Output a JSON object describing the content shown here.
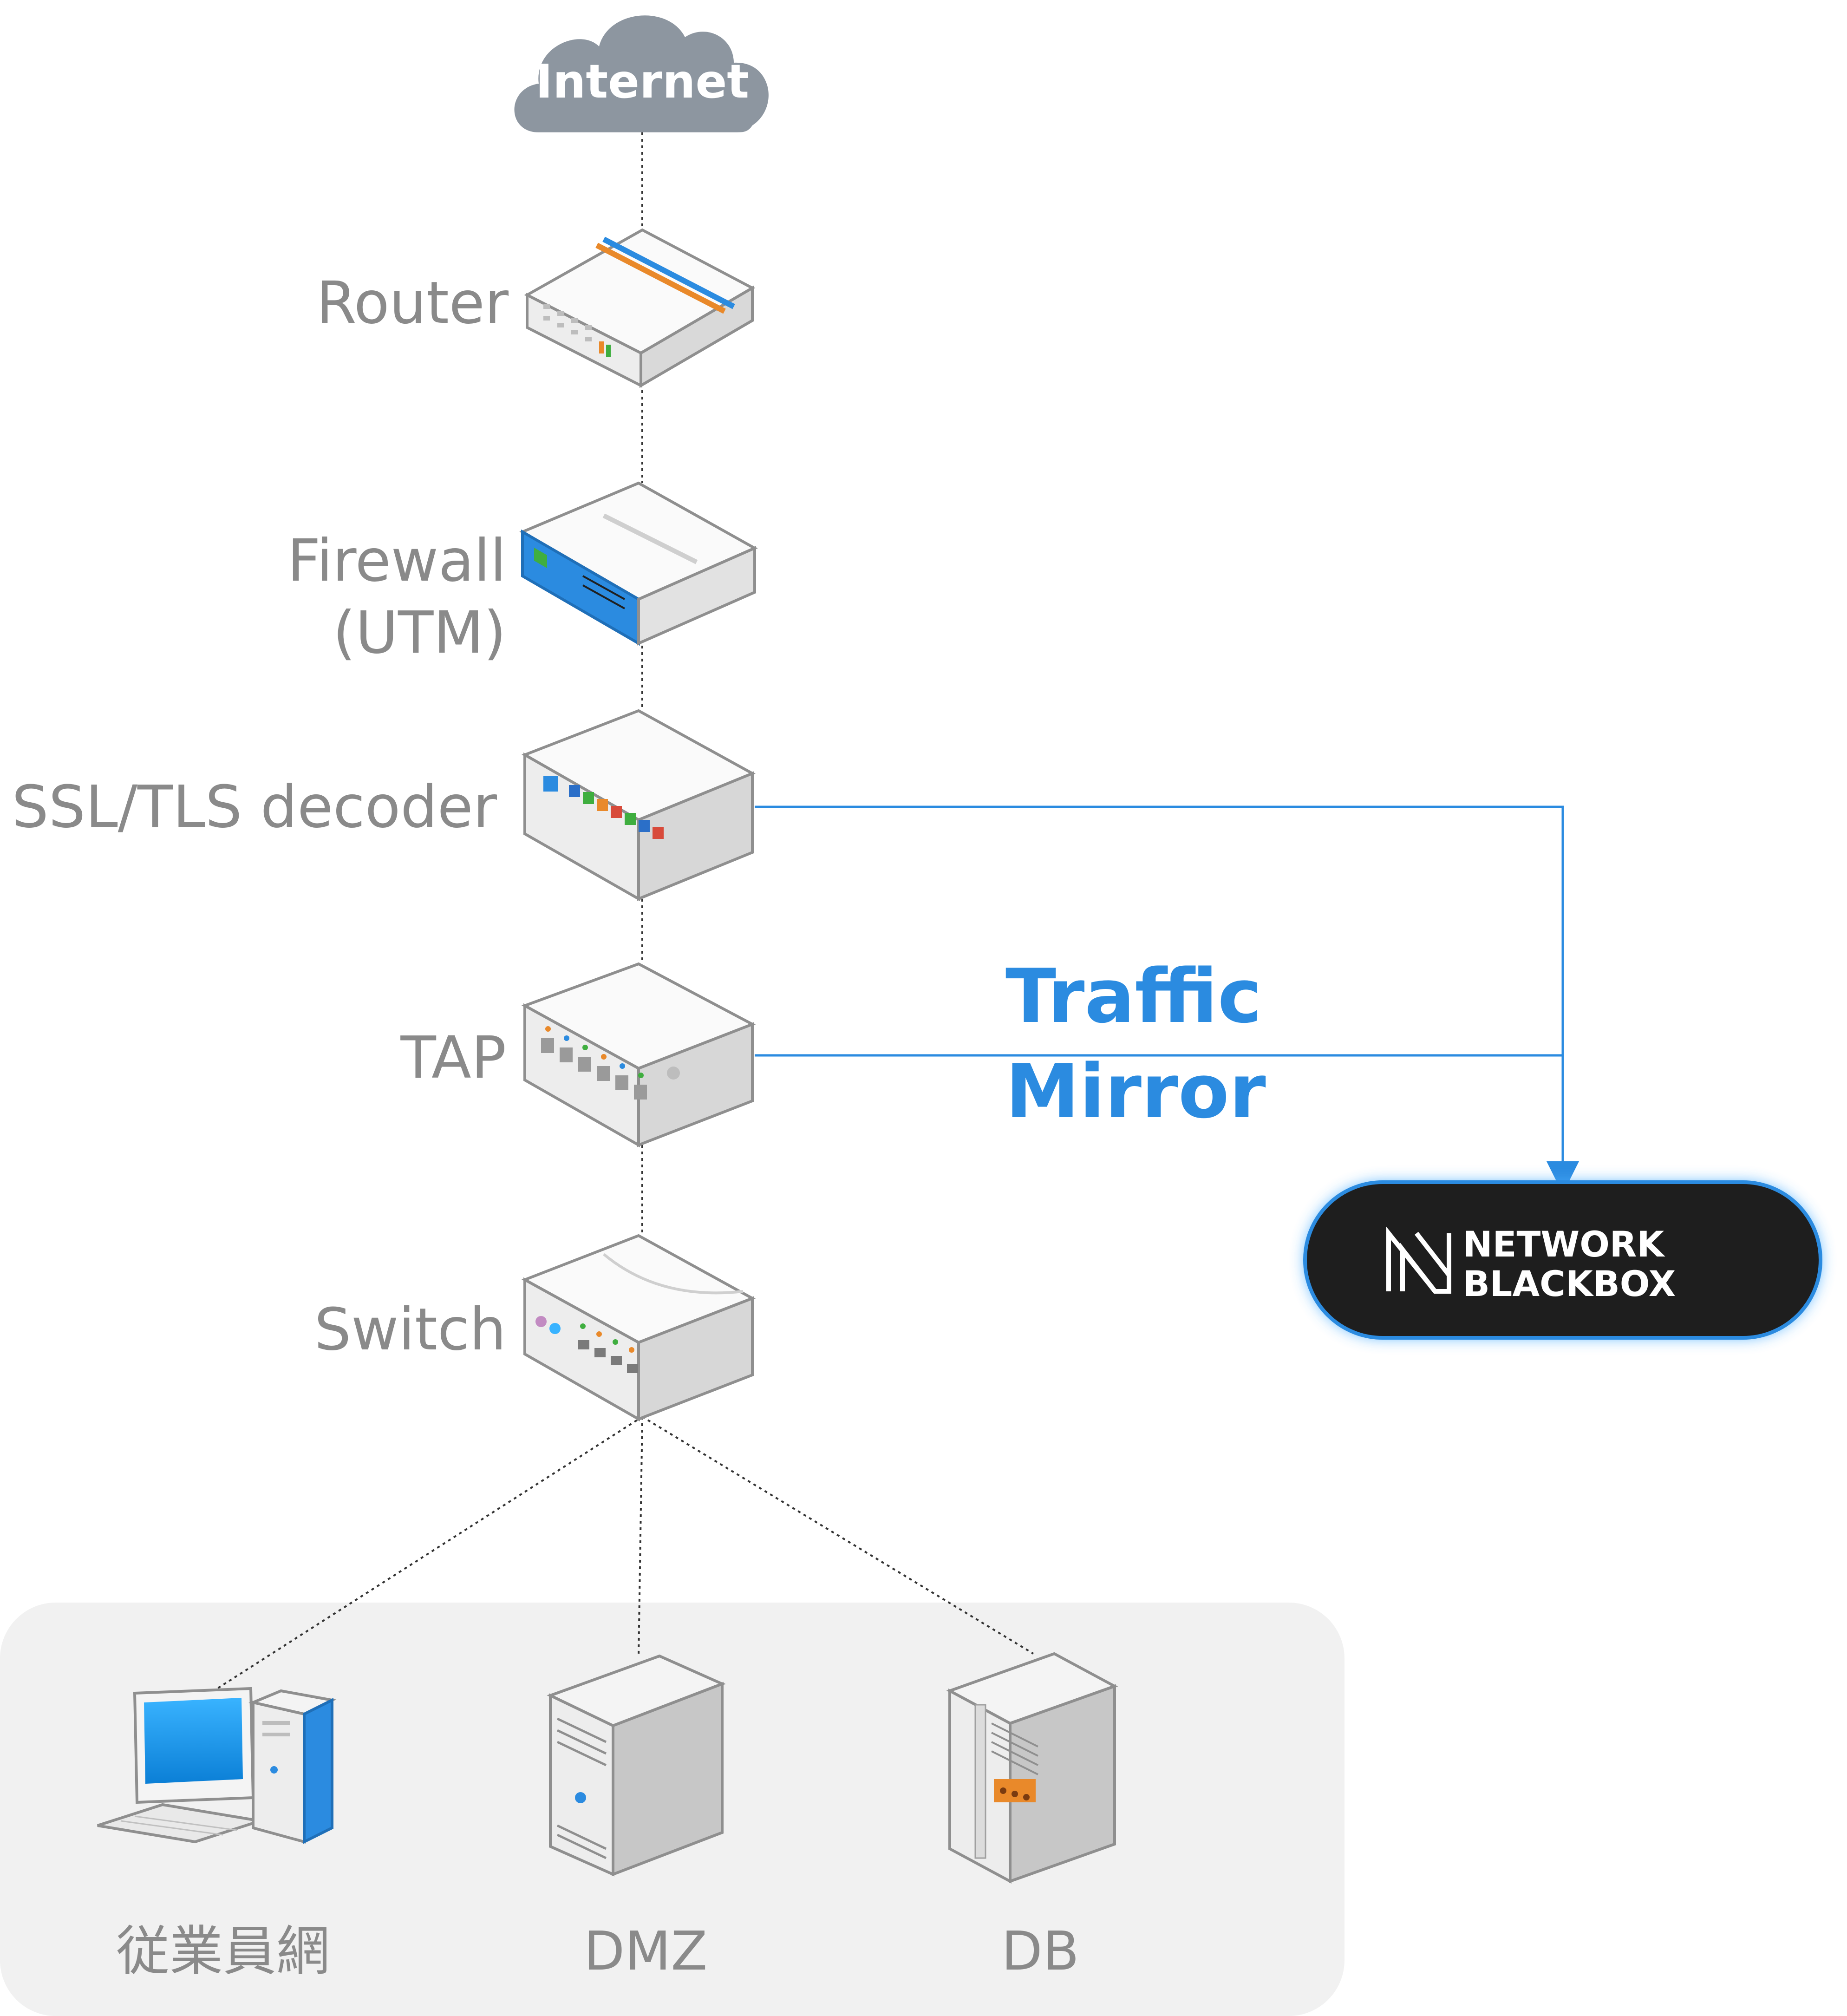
{
  "internet": {
    "label": "Internet"
  },
  "devices": {
    "router": {
      "label": "Router"
    },
    "firewall": {
      "label_line1": "Firewall",
      "label_line2": "(UTM)"
    },
    "ssl": {
      "label": "SSL/TLS decoder"
    },
    "tap": {
      "label": "TAP"
    },
    "switch": {
      "label": "Switch"
    }
  },
  "mirror": {
    "line1": "Traffic",
    "line2": "Mirror"
  },
  "blackbox": {
    "line1": "NETWORK",
    "line2": "BLACKBOX"
  },
  "endpoints": {
    "employee": {
      "label": "従業員網"
    },
    "dmz": {
      "label": "DMZ"
    },
    "db": {
      "label": "DB"
    }
  },
  "colors": {
    "accent": "#2b8be0",
    "cloud": "#8d96a0",
    "label": "#8a8a8a",
    "pill": "#1e1e1e",
    "zone_bg": "#f1f1f1"
  }
}
